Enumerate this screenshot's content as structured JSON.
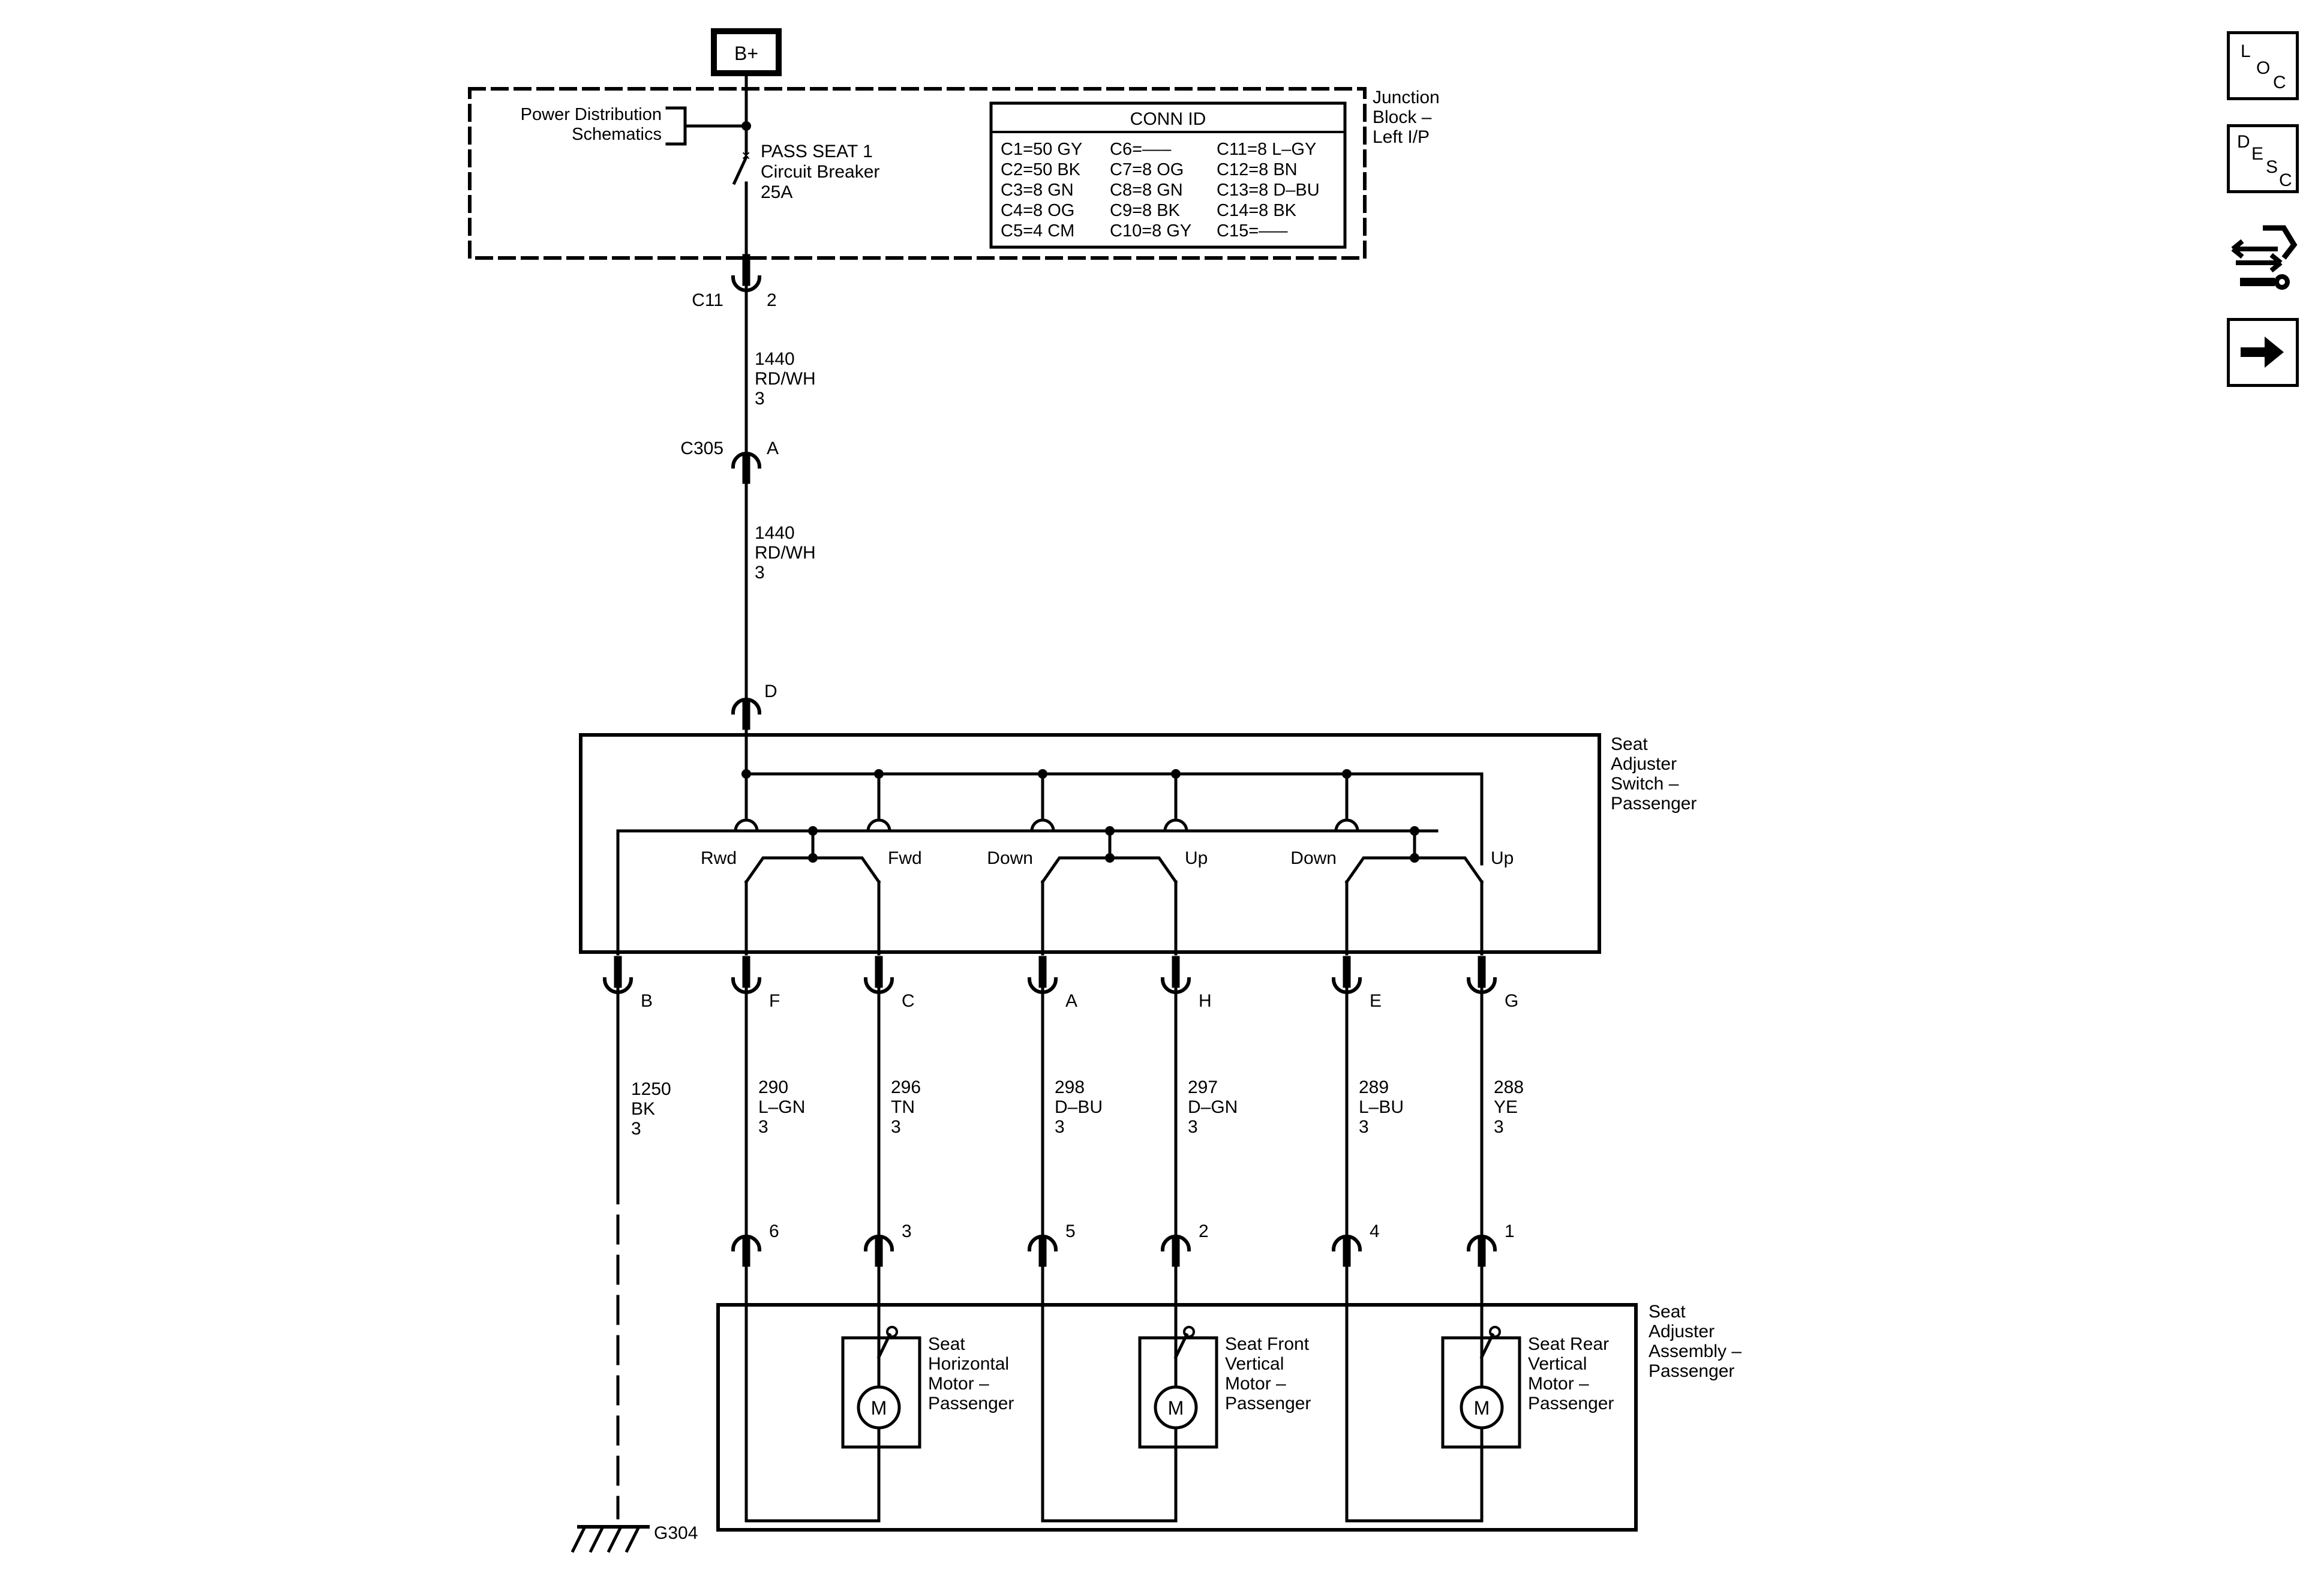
{
  "source": "B+",
  "junction_block": {
    "label": [
      "Junction",
      "Block –",
      "Left I/P"
    ],
    "power_ref": [
      "Power Distribution",
      "Schematics"
    ],
    "breaker": [
      "PASS SEAT 1",
      "Circuit Breaker",
      "25A"
    ],
    "conn_id": {
      "title": "CONN ID",
      "rows": [
        [
          "C1=50 GY",
          "C6=–––",
          "C11=8 L–GY"
        ],
        [
          "C2=50 BK",
          "C7=8 OG",
          "C12=8 BN"
        ],
        [
          "C3=8 GN",
          "C8=8 GN",
          "C13=8 D–BU"
        ],
        [
          "C4=8 OG",
          "C9=8 BK",
          "C14=8 BK"
        ],
        [
          "C5=4 CM",
          "C10=8 GY",
          "C15=–––"
        ]
      ]
    }
  },
  "connectors": {
    "c11": {
      "name": "C11",
      "pin": "2"
    },
    "c305": {
      "name": "C305",
      "pin": "A"
    },
    "switch_input": "D"
  },
  "wires": {
    "feed1": [
      "1440",
      "RD/WH",
      "3"
    ],
    "feed2": [
      "1440",
      "RD/WH",
      "3"
    ],
    "ground": [
      "1250",
      "BK",
      "3"
    ]
  },
  "switch": {
    "label": [
      "Seat",
      "Adjuster",
      "Switch –",
      "Passenger"
    ],
    "contacts": [
      "Rwd",
      "Fwd",
      "Down",
      "Up",
      "Down",
      "Up"
    ],
    "pins": [
      "B",
      "F",
      "C",
      "A",
      "H",
      "E",
      "G"
    ]
  },
  "harness": [
    {
      "pin": "F",
      "circuit": [
        "290",
        "L–GN",
        "3"
      ],
      "assembly_pin": "6"
    },
    {
      "pin": "C",
      "circuit": [
        "296",
        "TN",
        "3"
      ],
      "assembly_pin": "3"
    },
    {
      "pin": "A",
      "circuit": [
        "298",
        "D–BU",
        "3"
      ],
      "assembly_pin": "5"
    },
    {
      "pin": "H",
      "circuit": [
        "297",
        "D–GN",
        "3"
      ],
      "assembly_pin": "2"
    },
    {
      "pin": "E",
      "circuit": [
        "289",
        "L–BU",
        "3"
      ],
      "assembly_pin": "4"
    },
    {
      "pin": "G",
      "circuit": [
        "288",
        "YE",
        "3"
      ],
      "assembly_pin": "1"
    }
  ],
  "assembly": {
    "label": [
      "Seat",
      "Adjuster",
      "Assembly –",
      "Passenger"
    ],
    "motors": [
      {
        "label": [
          "Seat",
          "Horizontal",
          "Motor –",
          "Passenger"
        ],
        "symbol": "M"
      },
      {
        "label": [
          "Seat Front",
          "Vertical",
          "Motor –",
          "Passenger"
        ],
        "symbol": "M"
      },
      {
        "label": [
          "Seat Rear",
          "Vertical",
          "Motor –",
          "Passenger"
        ],
        "symbol": "M"
      }
    ]
  },
  "ground": "G304",
  "side_nav": {
    "loc": [
      "L",
      "O",
      "C"
    ],
    "desc": [
      "D",
      "E",
      "S",
      "C"
    ],
    "connector_icon": "connector-tool-icon",
    "next_icon": "right-arrow-icon"
  }
}
